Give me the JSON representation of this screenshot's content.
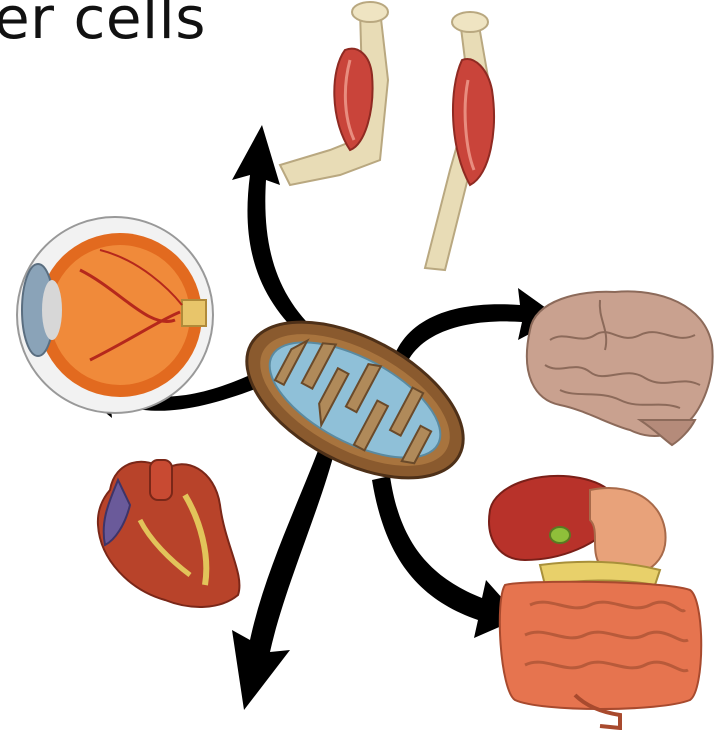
{
  "title": "er cells",
  "organs": [
    {
      "name": "mitochondrion",
      "role": "center"
    },
    {
      "name": "muscle"
    },
    {
      "name": "eye"
    },
    {
      "name": "brain"
    },
    {
      "name": "heart"
    },
    {
      "name": "digestive-system"
    }
  ],
  "colors": {
    "arrow": "#000000",
    "mito_outer": "#8a5a2e",
    "mito_inner": "#8fc0d8",
    "muscle": "#c9443a",
    "bone": "#e8dcb6",
    "eye": "#e26a1f",
    "brain": "#c9a18f",
    "heart": "#b8432a",
    "liver": "#b8322a",
    "intestine": "#e6744f"
  }
}
